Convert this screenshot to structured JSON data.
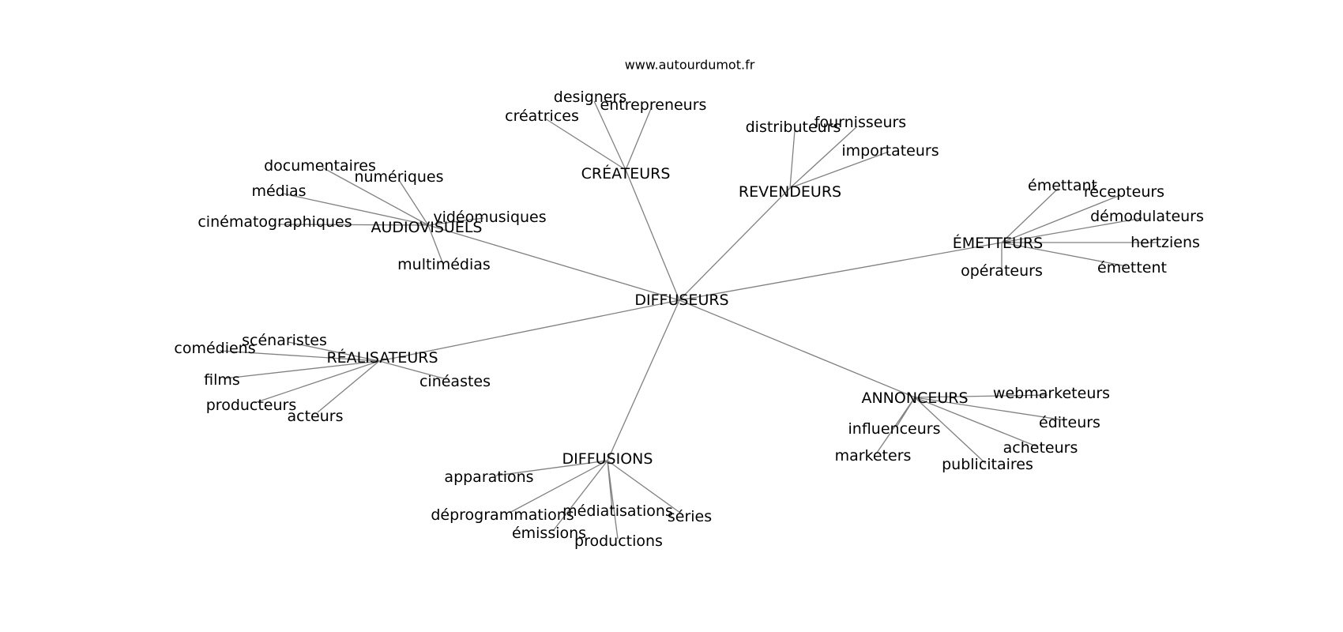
{
  "website": "www.autourdumot.fr",
  "center": {
    "id": "diffuseurs",
    "label": "DIFFUSEURS"
  },
  "edge_color": "#808080",
  "groups": [
    {
      "id": "createurs",
      "label": "CRÉATEURS",
      "leaves": [
        {
          "id": "designers",
          "label": "designers"
        },
        {
          "id": "entrepreneurs",
          "label": "entrepreneurs"
        },
        {
          "id": "creatrices",
          "label": "créatrices"
        }
      ]
    },
    {
      "id": "revendeurs",
      "label": "REVENDEURS",
      "leaves": [
        {
          "id": "distributeurs",
          "label": "distributeurs"
        },
        {
          "id": "fournisseurs",
          "label": "fournisseurs"
        },
        {
          "id": "importateurs",
          "label": "importateurs"
        }
      ]
    },
    {
      "id": "audiovisuels",
      "label": "AUDIOVISUELS",
      "leaves": [
        {
          "id": "documentaires",
          "label": "documentaires"
        },
        {
          "id": "numeriques",
          "label": "numériques"
        },
        {
          "id": "medias",
          "label": "médias"
        },
        {
          "id": "videomusiques",
          "label": "vidéomusiques"
        },
        {
          "id": "cinematographiques",
          "label": "cinématographiques"
        },
        {
          "id": "multimedias",
          "label": "multimédias"
        }
      ]
    },
    {
      "id": "emetteurs",
      "label": "ÉMETTEURS",
      "leaves": [
        {
          "id": "emettant",
          "label": "émettant"
        },
        {
          "id": "recepteurs",
          "label": "récepteurs"
        },
        {
          "id": "demodulateurs",
          "label": "démodulateurs"
        },
        {
          "id": "hertziens",
          "label": "hertziens"
        },
        {
          "id": "emettent",
          "label": "émettent"
        },
        {
          "id": "operateurs",
          "label": "opérateurs"
        }
      ]
    },
    {
      "id": "realisateurs",
      "label": "RÉALISATEURS",
      "leaves": [
        {
          "id": "scenaristes",
          "label": "scénaristes"
        },
        {
          "id": "comediens",
          "label": "comédiens"
        },
        {
          "id": "films",
          "label": "films"
        },
        {
          "id": "producteurs",
          "label": "producteurs"
        },
        {
          "id": "acteurs",
          "label": "acteurs"
        },
        {
          "id": "cineastes",
          "label": "cinéastes"
        }
      ]
    },
    {
      "id": "annonceurs",
      "label": "ANNONCEURS",
      "leaves": [
        {
          "id": "webmarketeurs",
          "label": "webmarketeurs"
        },
        {
          "id": "influenceurs",
          "label": "influenceurs"
        },
        {
          "id": "editeurs",
          "label": "éditeurs"
        },
        {
          "id": "acheteurs",
          "label": "acheteurs"
        },
        {
          "id": "marketers",
          "label": "marketers"
        },
        {
          "id": "publicitaires",
          "label": "publicitaires"
        }
      ]
    },
    {
      "id": "diffusions",
      "label": "DIFFUSIONS",
      "leaves": [
        {
          "id": "apparations",
          "label": "apparations"
        },
        {
          "id": "deprogrammations",
          "label": "déprogrammations"
        },
        {
          "id": "mediatisations",
          "label": "médiatisations"
        },
        {
          "id": "series",
          "label": "séries"
        },
        {
          "id": "emissions",
          "label": "émissions"
        },
        {
          "id": "productions",
          "label": "productions"
        }
      ]
    }
  ]
}
